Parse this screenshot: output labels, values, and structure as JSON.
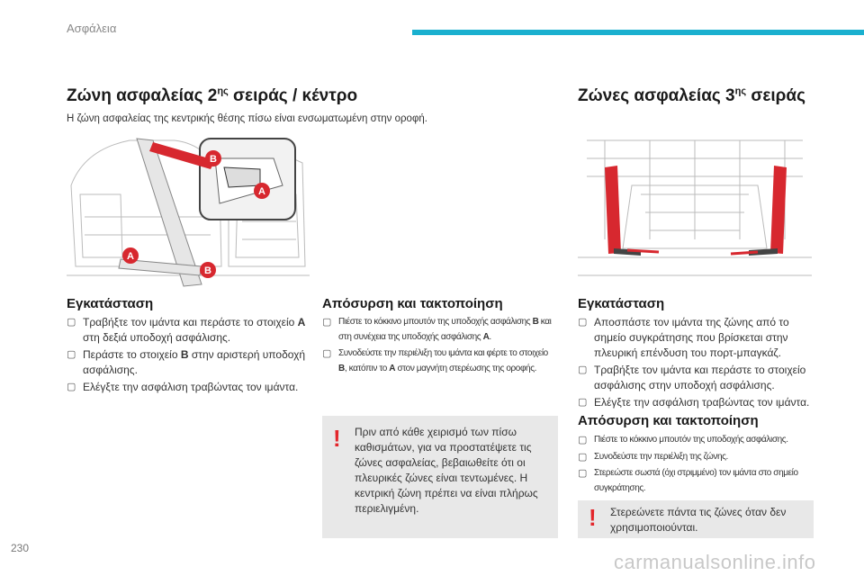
{
  "header": {
    "title": "Ασφάλεια"
  },
  "left": {
    "title_main": "Ζώνη ασφαλείας 2",
    "title_sup": "ης",
    "title_rest": " σειράς / κέντρο",
    "intro": "Η ζώνη ασφαλείας της κεντρικής θέσης πίσω είναι ενσωματωμένη στην οροφή.",
    "install": {
      "heading": "Εγκατάσταση",
      "items": [
        [
          "Τραβήξτε τον ιμάντα και περάστε το στοιχείο ",
          "A",
          " στη δεξιά υποδοχή ασφάλισης."
        ],
        [
          "Περάστε το στοιχείο ",
          "B",
          " στην αριστερή υποδοχή ασφάλισης."
        ],
        [
          "Ελέγξτε την ασφάλιση τραβώντας τον ιμάντα.",
          "",
          ""
        ]
      ]
    },
    "labels": {
      "a": "A",
      "b": "B"
    }
  },
  "middle": {
    "removal": {
      "heading": "Απόσυρση και τακτοποίηση",
      "items": [
        [
          "Πιέστε το κόκκινο μπουτόν της υποδοχής ασφάλισης ",
          "B",
          " και στη συνέχεια της υποδοχής ασφάλισης ",
          "A",
          "."
        ],
        [
          "Συνοδεύστε την περιέλιξη του ιμάντα και φέρτε το στοιχείο ",
          "B",
          ", κατόπιν το ",
          "A",
          " στον μαγνήτη στερέωσης της οροφής."
        ]
      ]
    },
    "warning": "Πριν από κάθε χειρισμό των πίσω καθισμάτων, για να προστατέψετε τις ζώνες ασφαλείας, βεβαιωθείτε ότι οι πλευρικές ζώνες είναι τεντωμένες. Η κεντρική ζώνη πρέπει να είναι πλήρως περιελιγμένη."
  },
  "right": {
    "title_main": "Ζώνες ασφαλείας 3",
    "title_sup": "ης",
    "title_rest": " σειράς",
    "install": {
      "heading": "Εγκατάσταση",
      "items": [
        "Αποσπάστε τον ιμάντα της ζώνης από το σημείο συγκράτησης που βρίσκεται στην πλευρική επένδυση του πορτ-μπαγκάζ.",
        "Τραβήξτε τον ιμάντα και περάστε το στοιχείο ασφάλισης στην υποδοχή ασφάλισης.",
        "Ελέγξτε την ασφάλιση τραβώντας τον ιμάντα."
      ]
    },
    "removal": {
      "heading": "Απόσυρση και τακτοποίηση",
      "items": [
        "Πιέστε το κόκκινο μπουτόν της υποδοχής ασφάλισης.",
        "Συνοδεύστε την περιέλιξη της ζώνης.",
        "Στερεώστε σωστά (όχι στριμμένο) τον ιμάντα στο σημείο συγκράτησης."
      ]
    },
    "warning": "Στερεώνετε πάντα τις ζώνες όταν δεν χρησιμοποιούνται."
  },
  "footer": {
    "page_number": "230",
    "watermark": "carmanualsonline.info"
  },
  "colors": {
    "accent": "#1ab0cf",
    "warning_red": "#e3262b",
    "label_red": "#d7282f",
    "warning_bg": "#e8e8e8"
  }
}
